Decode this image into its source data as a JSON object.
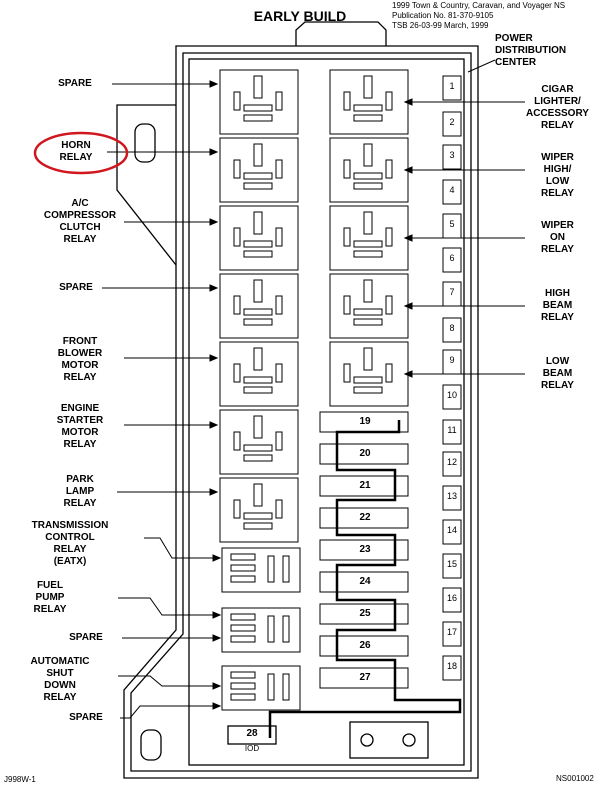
{
  "header": {
    "title": "EARLY BUILD",
    "line1": "1999 Town & Country, Caravan, and Voyager NS",
    "line2": "Publication No. 81-370-9105",
    "line3": "TSB 26-03-99     March, 1999",
    "pdc1": "POWER",
    "pdc2": "DISTRIBUTION",
    "pdc3": "CENTER"
  },
  "left_labels": [
    [
      "SPARE"
    ],
    [
      "HORN",
      "RELAY"
    ],
    [
      "A/C",
      "COMPRESSOR",
      "CLUTCH",
      "RELAY"
    ],
    [
      "SPARE"
    ],
    [
      "FRONT",
      "BLOWER",
      "MOTOR",
      "RELAY"
    ],
    [
      "ENGINE",
      "STARTER",
      "MOTOR",
      "RELAY"
    ],
    [
      "PARK",
      "LAMP",
      "RELAY"
    ],
    [
      "TRANSMISSION",
      "CONTROL",
      "RELAY",
      "(EATX)"
    ],
    [
      "FUEL",
      "PUMP",
      "RELAY"
    ],
    [
      "SPARE"
    ],
    [
      "AUTOMATIC",
      "SHUT",
      "DOWN",
      "RELAY"
    ],
    [
      "SPARE"
    ]
  ],
  "right_labels": [
    [
      "CIGAR",
      "LIGHTER/",
      "ACCESSORY",
      "RELAY"
    ],
    [
      "WIPER",
      "HIGH/",
      "LOW",
      "RELAY"
    ],
    [
      "WIPER",
      "ON",
      "RELAY"
    ],
    [
      "HIGH",
      "BEAM",
      "RELAY"
    ],
    [
      "LOW",
      "BEAM",
      "RELAY"
    ]
  ],
  "small_fuses": [
    "1",
    "2",
    "3",
    "4",
    "5",
    "6",
    "7",
    "8",
    "9",
    "10",
    "11",
    "12",
    "13",
    "14",
    "15",
    "16",
    "17",
    "18"
  ],
  "cart_fuses": [
    "19",
    "20",
    "21",
    "22",
    "23",
    "24",
    "25",
    "26",
    "27"
  ],
  "fuse28": "28",
  "iod": "IOD",
  "footer_left": "J998W-1",
  "footer_right": "NS001002",
  "highlight_color": "#d0171f"
}
